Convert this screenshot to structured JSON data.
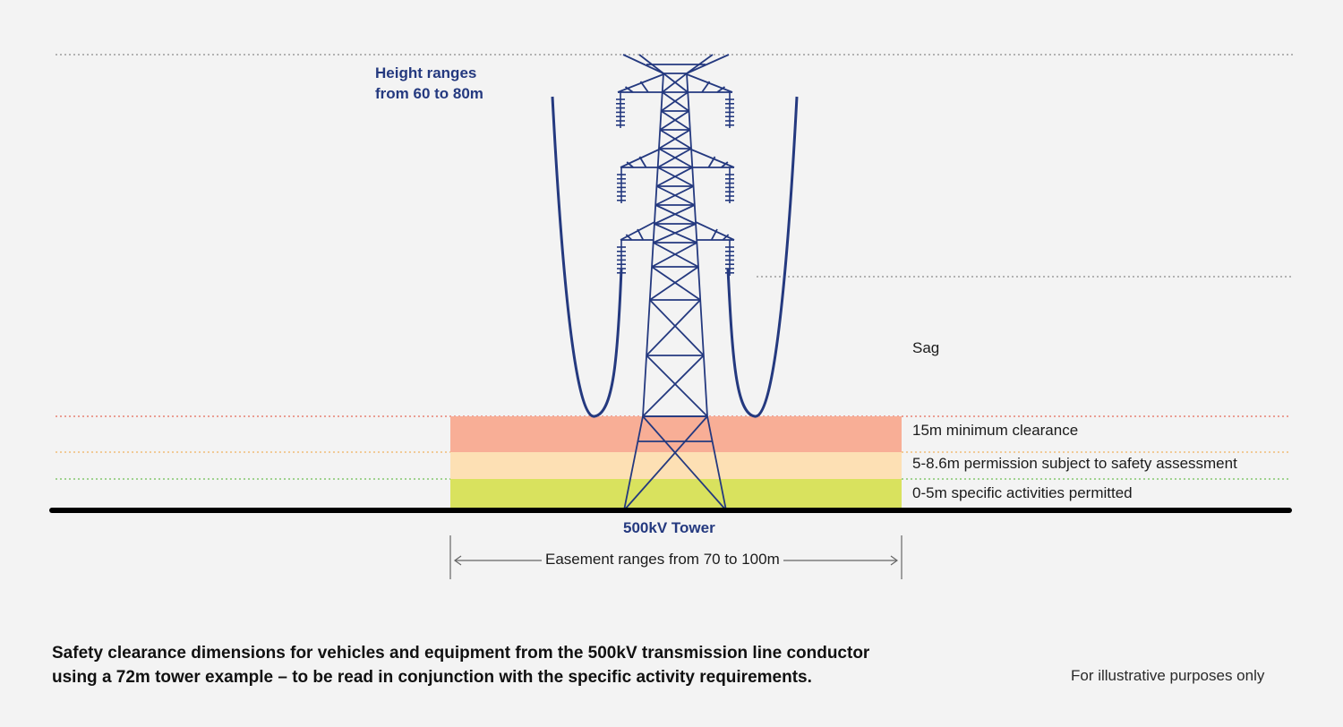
{
  "colors": {
    "background": "#f3f3f3",
    "tower": "#24397f",
    "zone_red": "#f8ae96",
    "zone_orange": "#fde0b4",
    "zone_green": "#d9e25e",
    "ground": "#000000"
  },
  "labels": {
    "height_line1": "Height ranges",
    "height_line2": "from 60 to 80m",
    "sag": "Sag",
    "tower": "500kV Tower",
    "easement": "Easement ranges from 70 to 100m",
    "note": "For illustrative purposes only"
  },
  "zones": [
    {
      "label": "15m minimum clearance",
      "color": "#f8ae96"
    },
    {
      "label": "5-8.6m permission subject to safety assessment",
      "color": "#fde0b4"
    },
    {
      "label": "0-5m specific activities permitted",
      "color": "#d9e25e"
    }
  ],
  "caption": {
    "line1": "Safety clearance dimensions for vehicles and equipment from the 500kV transmission line conductor",
    "line2": "using a 72m tower example – to be read in conjunction with the specific activity requirements."
  }
}
